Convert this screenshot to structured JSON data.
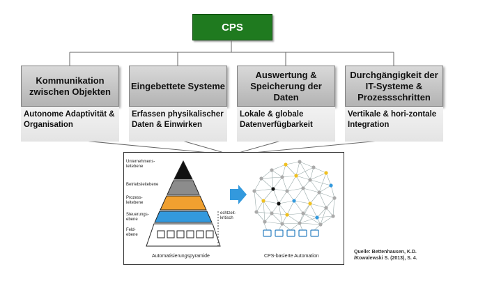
{
  "cps_label": "CPS",
  "pillars": [
    {
      "title": "Kommunikation zwischen Objekten",
      "body": "Autonome Adaptivität & Organisation"
    },
    {
      "title": "Eingebettete Systeme",
      "body": "Erfassen physikalischer Daten & Einwirken"
    },
    {
      "title": "Auswertung & Speicherung der Daten",
      "body": "Lokale & globale Datenverfügbarkeit"
    },
    {
      "title": "Durchgängigkeit der IT-Systeme & Prozessschritten",
      "body": "Vertikale & hori-zontale Integration"
    }
  ],
  "pyramid": {
    "levels": [
      "Unternehmens-leitebene",
      "Betriebsleitebene",
      "Prozess-leitebene",
      "Steuerungs-ebene",
      "Feld-ebene"
    ],
    "realtime_label": "echtzeit-kritisch",
    "caption": "Automatisierungspyramide",
    "colors": [
      "#111111",
      "#8c8c8c",
      "#f0a030",
      "#3399dd",
      "#ffffff"
    ]
  },
  "network": {
    "caption": "CPS-basierte Automation"
  },
  "source": "Quelle: Bettenhausen, K.D. /Kowalewski S. (2013), S. 4."
}
